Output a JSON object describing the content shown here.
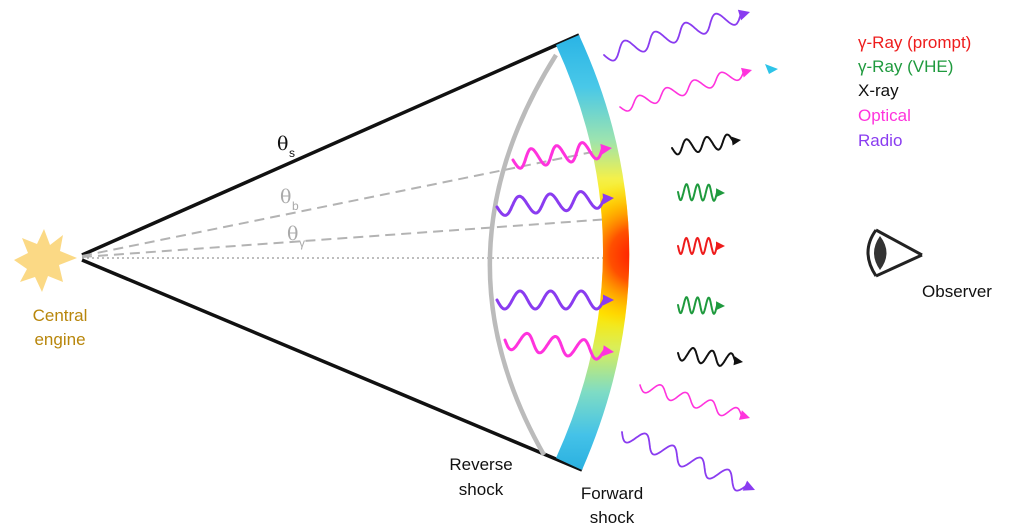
{
  "labels": {
    "central_engine_line1": "Central",
    "central_engine_line2": "engine",
    "reverse_shock_line1": "Reverse",
    "reverse_shock_line2": "shock",
    "forward_shock_line1": "Forward",
    "forward_shock_line2": "shock",
    "observer": "Observer"
  },
  "angles": {
    "theta_s": {
      "symbol": "θ",
      "sub": "s"
    },
    "theta_b": {
      "symbol": "θ",
      "sub": "b"
    },
    "theta_gamma": {
      "symbol": "θ",
      "sub": "γ"
    }
  },
  "legend": [
    {
      "text": "γ-Ray (prompt)",
      "color": "#ee1c1c"
    },
    {
      "text": "γ-Ray (VHE)",
      "color": "#1f9a3e"
    },
    {
      "text": "X-ray",
      "color": "#111111"
    },
    {
      "text": "Optical",
      "color": "#ff33dd"
    },
    {
      "text": "Radio",
      "color": "#8a3cf0"
    }
  ],
  "colors": {
    "engine": "#fbd985",
    "engine_label": "#b8860b",
    "cone": "#111111",
    "reverse_shock": "#bbbbbb",
    "guide_lines": "#b3b3b3",
    "prompt": "#ee1c1c",
    "vhe": "#1f9a3e",
    "xray": "#111111",
    "optical": "#ff33dd",
    "radio": "#8a3cf0",
    "observer": "#222222"
  },
  "icons": {
    "engine": "starburst-icon",
    "observer": "eye-icon"
  }
}
